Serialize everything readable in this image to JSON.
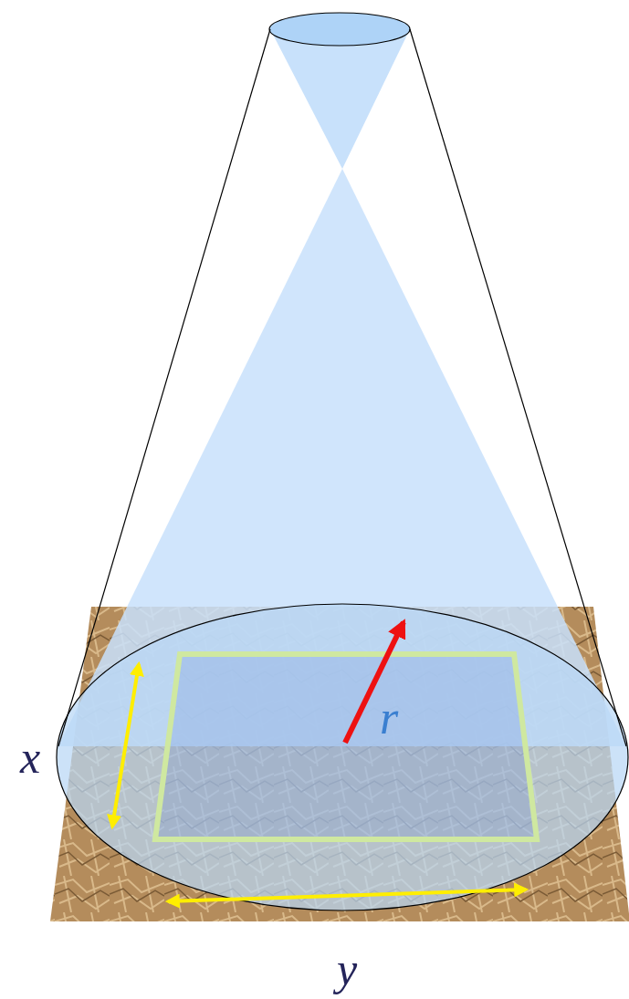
{
  "diagram": {
    "labels": [
      "r",
      "x",
      "y"
    ]
  }
}
